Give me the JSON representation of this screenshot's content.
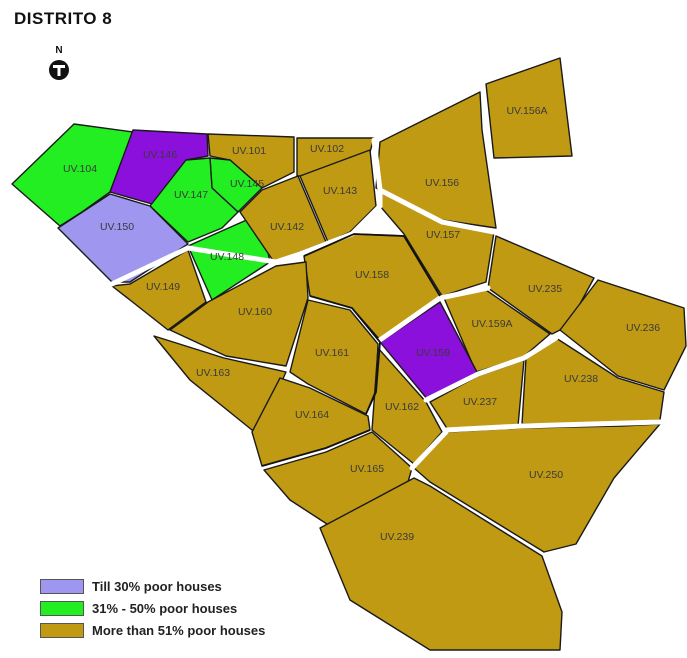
{
  "title": "DISTRITO 8",
  "north_label": "N",
  "icons": {
    "north": "north-arrow-icon"
  },
  "colors": {
    "till30": "#9f96f0",
    "c31_50": "#22ee22",
    "more51": "#c09a12",
    "purple_dark": "#8b10dc"
  },
  "legend": [
    {
      "label": "Till 30% poor houses",
      "color": "#9f96f0"
    },
    {
      "label": "31% - 50% poor houses",
      "color": "#22ee22"
    },
    {
      "label": "More than 51% poor houses",
      "color": "#c09a12"
    }
  ],
  "zones": [
    {
      "id": "104",
      "label": "UV.104",
      "fill": "c31_50"
    },
    {
      "id": "146",
      "label": "UV.146",
      "fill": "purple_dark"
    },
    {
      "id": "101",
      "label": "UV.101",
      "fill": "more51"
    },
    {
      "id": "102",
      "label": "UV.102",
      "fill": "more51"
    },
    {
      "id": "145",
      "label": "UV.145",
      "fill": "c31_50"
    },
    {
      "id": "147",
      "label": "UV.147",
      "fill": "c31_50"
    },
    {
      "id": "150",
      "label": "UV.150",
      "fill": "till30"
    },
    {
      "id": "148",
      "label": "UV.148",
      "fill": "c31_50"
    },
    {
      "id": "142",
      "label": "UV.142",
      "fill": "more51"
    },
    {
      "id": "143",
      "label": "UV.143",
      "fill": "more51"
    },
    {
      "id": "156",
      "label": "UV.156",
      "fill": "more51"
    },
    {
      "id": "156A",
      "label": "UV.156A",
      "fill": "more51"
    },
    {
      "id": "157",
      "label": "UV.157",
      "fill": "more51"
    },
    {
      "id": "149",
      "label": "UV.149",
      "fill": "more51"
    },
    {
      "id": "158",
      "label": "UV.158",
      "fill": "more51"
    },
    {
      "id": "160",
      "label": "UV.160",
      "fill": "more51"
    },
    {
      "id": "235",
      "label": "UV.235",
      "fill": "more51"
    },
    {
      "id": "159A",
      "label": "UV.159A",
      "fill": "more51"
    },
    {
      "id": "236",
      "label": "UV.236",
      "fill": "more51"
    },
    {
      "id": "161",
      "label": "UV.161",
      "fill": "more51"
    },
    {
      "id": "159",
      "label": "UV.159",
      "fill": "purple_dark"
    },
    {
      "id": "163",
      "label": "UV.163",
      "fill": "more51"
    },
    {
      "id": "238",
      "label": "UV.238",
      "fill": "more51"
    },
    {
      "id": "164",
      "label": "UV.164",
      "fill": "more51"
    },
    {
      "id": "162",
      "label": "UV.162",
      "fill": "more51"
    },
    {
      "id": "237",
      "label": "UV.237",
      "fill": "more51"
    },
    {
      "id": "165",
      "label": "UV.165",
      "fill": "more51"
    },
    {
      "id": "250",
      "label": "UV.250",
      "fill": "more51"
    },
    {
      "id": "239",
      "label": "UV.239",
      "fill": "more51"
    }
  ]
}
